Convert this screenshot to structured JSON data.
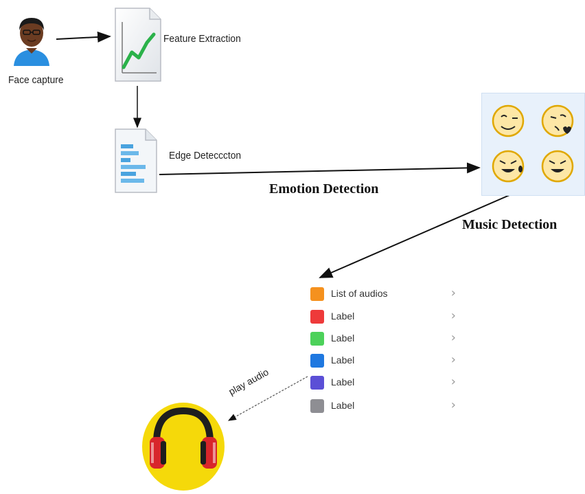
{
  "nodes": {
    "face_capture": "Face capture",
    "feature_extraction": "Feature Extraction",
    "edge_detection": "Edge Detecccton",
    "emotion_detection": "Emotion Detection",
    "music_detection": "Music Detection",
    "play_audio": "play audio"
  },
  "icons": {
    "face": "person-avatar-icon",
    "feature": "line-chart-document-icon",
    "edge": "text-document-icon",
    "emotions": "emoji-faces-icon",
    "player": "headphones-emoji-icon"
  },
  "audio_list": {
    "items": [
      {
        "label": "List of audios",
        "color": "#f5911e"
      },
      {
        "label": "Label",
        "color": "#ee3a3a"
      },
      {
        "label": "Label",
        "color": "#4cd15a"
      },
      {
        "label": "Label",
        "color": "#1f78e0"
      },
      {
        "label": "Label",
        "color": "#5b4fd6"
      },
      {
        "label": "Label",
        "color": "#8e8e93"
      }
    ]
  },
  "colors": {
    "emoji_yellow": "#f5d90a",
    "headphone_red": "#d8262b",
    "chart_green": "#2bb24a",
    "doc_blue": "#4aa3df"
  }
}
